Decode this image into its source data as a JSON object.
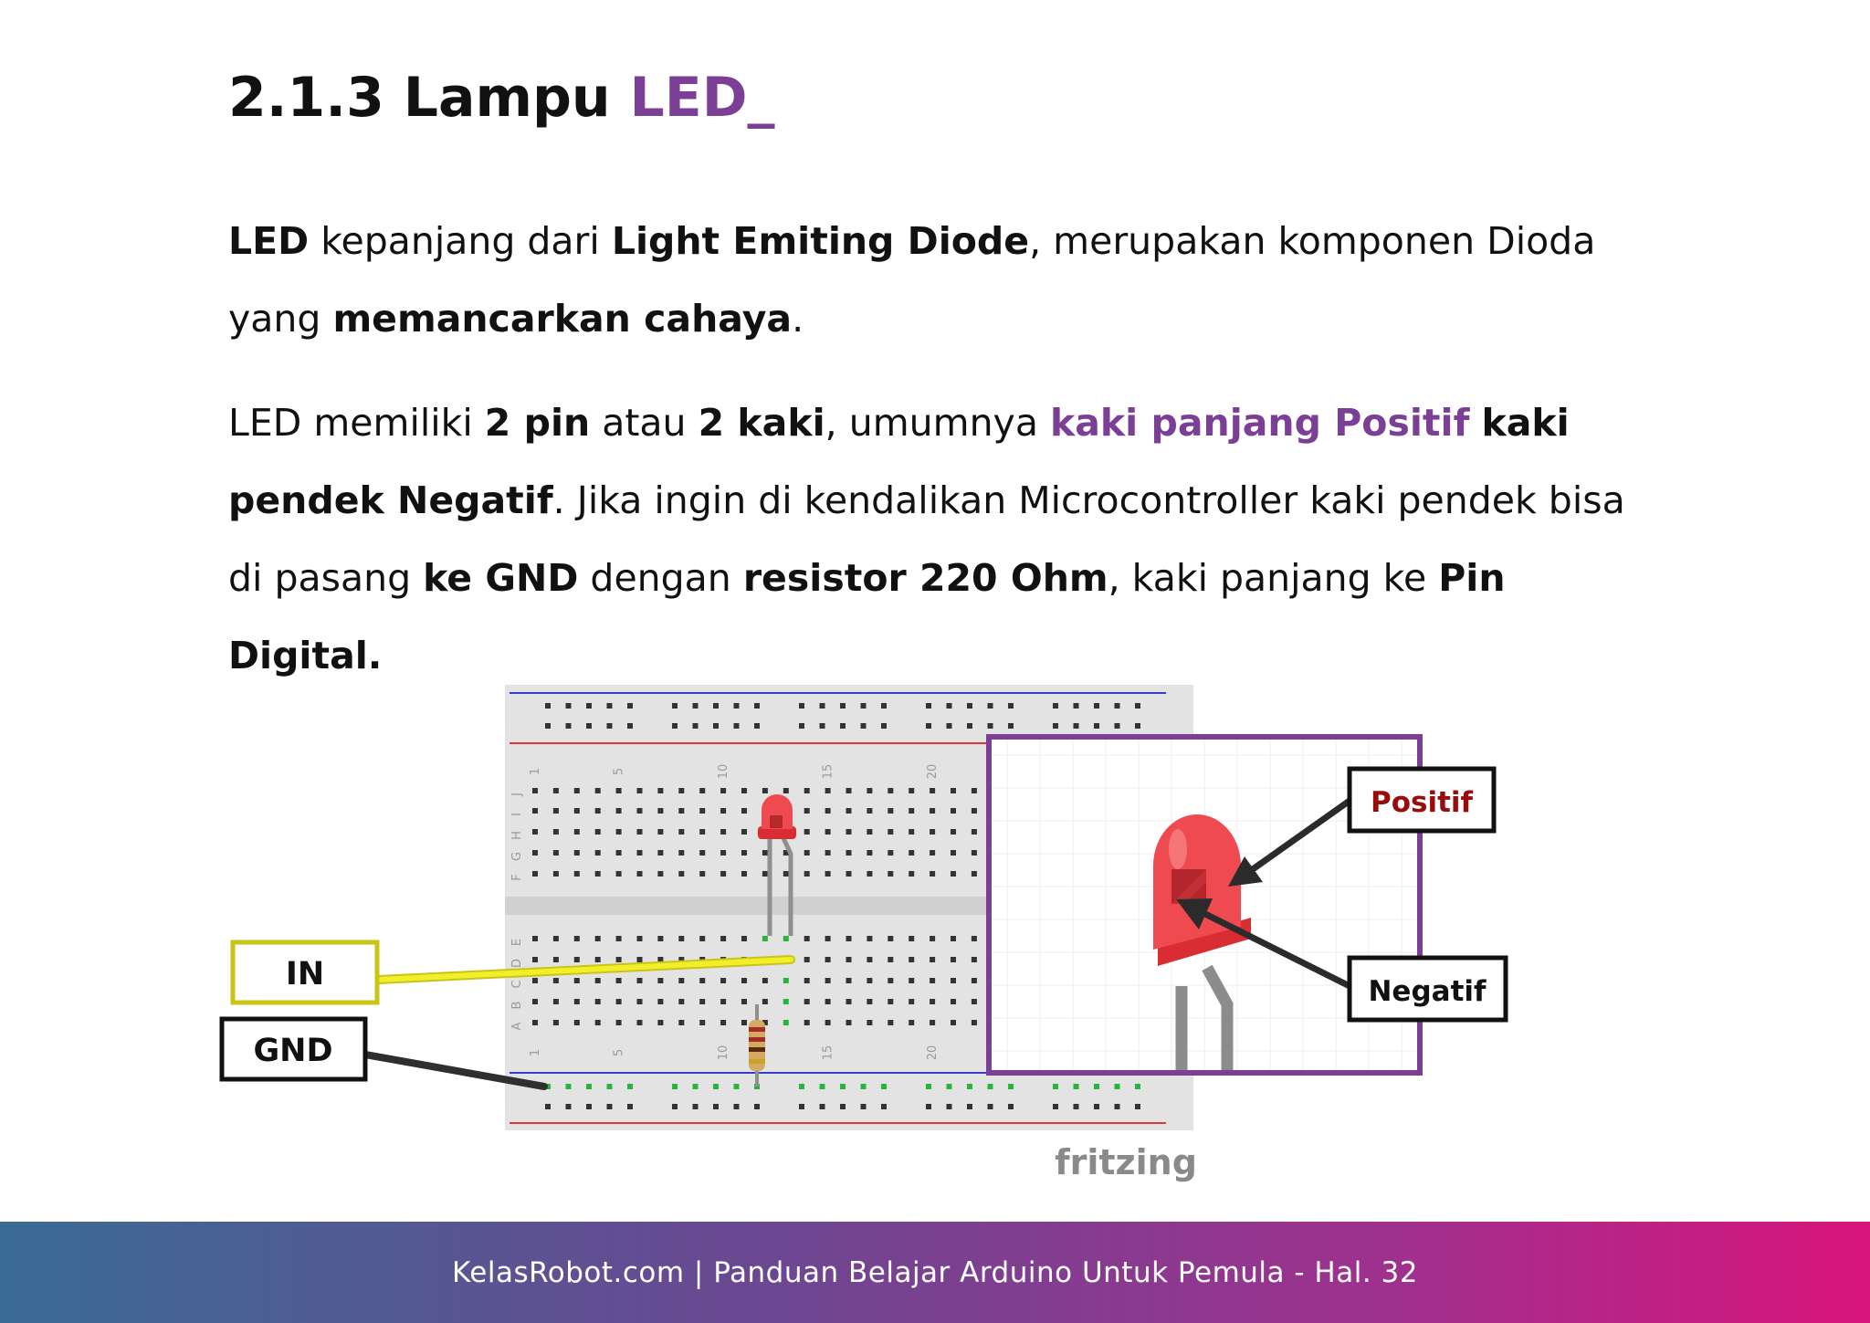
{
  "heading": {
    "number_text": "2.1.3 Lampu ",
    "accent_text": "LED_"
  },
  "paragraph1": {
    "s1": "LED",
    "s2": " kepanjang dari ",
    "s3": "Light Emiting Diode",
    "s4": ", merupakan komponen Dioda yang ",
    "s5": "memancarkan cahaya",
    "s6": "."
  },
  "paragraph2": {
    "s1": "LED memiliki ",
    "s2": "2 pin",
    "s3": " atau ",
    "s4": "2 kaki",
    "s5": ", umumnya ",
    "s6": "kaki panjang Positif",
    "s7": " ",
    "s8": "kaki pendek Negatif",
    "s9": ". Jika ingin di kendalikan Microcontroller kaki pendek bisa di pasang ",
    "s10": "ke GND",
    "s11": " dengan ",
    "s12": "resistor 220 Ohm",
    "s13": ", kaki panjang ke ",
    "s14": "Pin Digital."
  },
  "figure": {
    "label_in": "IN",
    "label_gnd": "GND",
    "label_positif": "Positif",
    "label_negatif": "Negatif",
    "watermark": "fritzing",
    "column_numbers_top": [
      "1",
      "5",
      "10",
      "15",
      "20"
    ],
    "column_numbers_bottom": [
      "1",
      "5",
      "10",
      "15",
      "20"
    ],
    "row_letters_top": [
      "J",
      "I",
      "H",
      "G",
      "F"
    ],
    "row_letters_bottom": [
      "E",
      "D",
      "C",
      "B",
      "A"
    ]
  },
  "footer": {
    "text": "KelasRobot.com | Panduan Belajar Arduino Untuk Pemula - Hal. 32"
  },
  "colors": {
    "accent_purple": "#7b3f96",
    "in_wire": "#f2ee2a",
    "in_label_border": "#c9c416",
    "positif_text": "#9a0b0b",
    "led_red": "#e8373c"
  }
}
